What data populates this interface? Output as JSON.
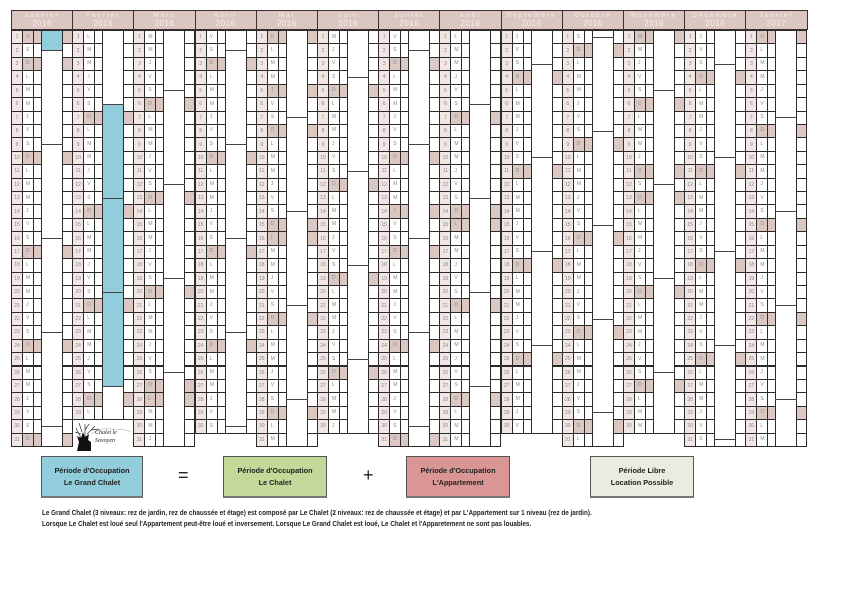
{
  "calendar": {
    "months": [
      {
        "name": "Janvier",
        "year": "2016",
        "weekdays": "VSDLMMJVSDLMMJVSDLMMJVSDLMMJVSD",
        "holidays": [
          1
        ],
        "occupancy": [
          {
            "start_day": 1,
            "end_day": 2.5
          }
        ]
      },
      {
        "name": "Fevrier",
        "year": "2016",
        "weekdays": "LMMJVSDLMMJVSDLMMJVSDLMMJVSDL",
        "holidays": [],
        "occupancy": [
          {
            "start_day": 6.5,
            "end_day": 27.5
          }
        ]
      },
      {
        "name": "Mars",
        "year": "2016",
        "weekdays": "MMJVSDLMMJVSDLMMJVSDLMMJVSDLMMJ",
        "holidays": [
          28
        ],
        "occupancy": []
      },
      {
        "name": "Avril",
        "year": "2016",
        "weekdays": "VSDLMMJVSDLMMJVSDLMMJVSDLMMJVS",
        "holidays": [],
        "occupancy": []
      },
      {
        "name": "Mai",
        "year": "2016",
        "weekdays": "DLMMJVSDLMMJVSDLMMJVSDLMMJVSDLM",
        "holidays": [
          5,
          16
        ],
        "occupancy": []
      },
      {
        "name": "Juin",
        "year": "2016",
        "weekdays": "MJVSDLMMJVSDLMMJVSDLMMJVSDLMMJ",
        "holidays": [],
        "occupancy": []
      },
      {
        "name": "Juillet",
        "year": "2016",
        "weekdays": "VSDLMMJVSDLMMJVSDLMMJVSDLMMJVSD",
        "holidays": [
          14
        ],
        "occupancy": []
      },
      {
        "name": "Août",
        "year": "2016",
        "weekdays": "LMMJVSDLMMJVSDLMMJVSDLMMJVSDLMM",
        "holidays": [
          15
        ],
        "occupancy": []
      },
      {
        "name": "Septembre",
        "year": "2016",
        "weekdays": "JVSDLMMJVSDLMMJVSDLMMJVSDLMMJV",
        "holidays": [],
        "occupancy": []
      },
      {
        "name": "Octobre",
        "year": "2016",
        "weekdays": "SDLMMJVSDLMMJVSDLMMJVSDLMMJVSDL",
        "holidays": [],
        "occupancy": []
      },
      {
        "name": "Novembre",
        "year": "2016",
        "weekdays": "MMJVSDLMMJVSDLMMJVSDLMMJVSDLMM",
        "holidays": [
          1,
          11
        ],
        "occupancy": []
      },
      {
        "name": "Décembre",
        "year": "2016",
        "weekdays": "JVSDLMMJVSDLMMJVSDLMMJVSDLMMJVS",
        "holidays": [],
        "occupancy": []
      },
      {
        "name": "Janvier",
        "year": "2017",
        "weekdays": "DLMMJVSDLMMJVSDLMMJVSDLMMJVSDLM",
        "holidays": [
          1
        ],
        "occupancy": []
      }
    ]
  },
  "logo": {
    "text": "Chalet le Savoyen"
  },
  "legend": {
    "grand_chalet": {
      "line1": "Période d'Occupation",
      "line2": "Le Grand Chalet",
      "color": "#92cddb"
    },
    "equals": "=",
    "chalet": {
      "line1": "Période d'Occupation",
      "line2": "Le Chalet",
      "color": "#c4d89a"
    },
    "plus": "+",
    "appartement": {
      "line1": "Période d'Occupation",
      "line2": "L'Appartement",
      "color": "#d99694"
    },
    "libre": {
      "line1": "Période Libre",
      "line2": "Location Possible",
      "color": "#ecebe2"
    }
  },
  "description": {
    "line1": "Le Grand Chalet (3 niveaux: rez de jardin, rez de chaussée et étage) est composé  par Le Chalet (2 niveaux: rez de chaussée et étage) et par L'Appartement sur 1 niveau (rez de jardin).",
    "line2": "Lorsque Le Chalet est loué seul l'Appartement peut-être loué et inversement. Lorsque Le Grand Chalet est loué, Le Chalet et l'Apparetement ne sont pas louables."
  },
  "colors": {
    "shade": "#dcc8c3",
    "header": "#dbc6c1",
    "occupied": "#92cddb"
  }
}
